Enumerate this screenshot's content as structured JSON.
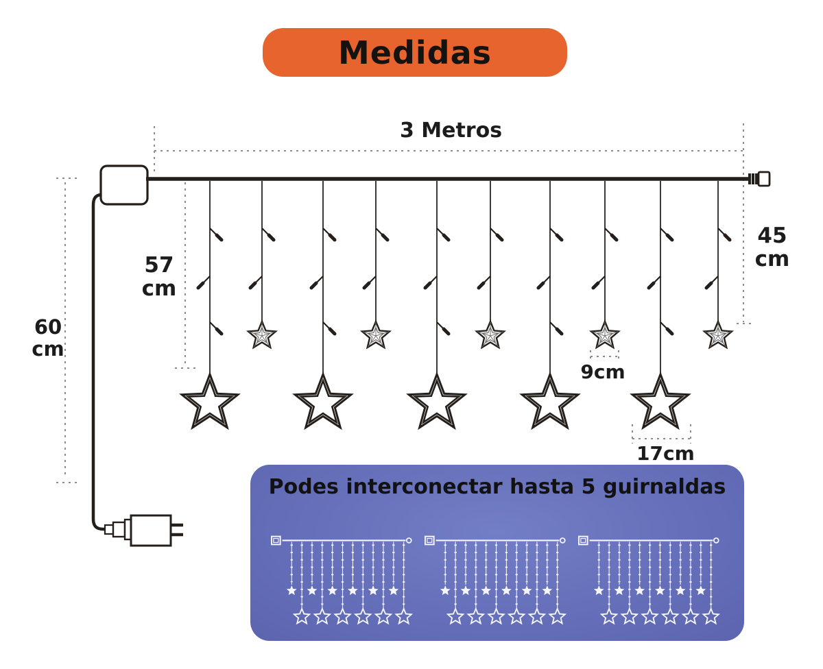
{
  "title": {
    "label": "Medidas"
  },
  "colors": {
    "banner_bg": "#E8642E",
    "ink": "#241F1A",
    "strand": "#3C3A37",
    "dash": "#8C8C8C",
    "star_inner_detail": "#6E6E6E",
    "label_text": "#1C1C1C",
    "panel_bg_center": "#727EC6",
    "panel_bg_edge": "#5C64B0",
    "panel_text": "#121212",
    "mini_curtain": "#F6F7FD"
  },
  "measurements": {
    "total_length": "3 Metros",
    "long_drop": {
      "value": "57",
      "unit": "cm"
    },
    "lead_wire": {
      "value": "60",
      "unit": "cm"
    },
    "short_drop": {
      "value": "45",
      "unit": "cm"
    },
    "small_star_width": "9cm",
    "big_star_width": "17cm"
  },
  "diagram": {
    "strands_total": 10,
    "big_stars": 5,
    "small_stars": 5
  },
  "panel": {
    "heading_line1": "Podes interconectar hasta 5",
    "heading_line2": "guirnaldas",
    "mini_curtain_count": 3,
    "mini_strands_per_curtain": 12
  }
}
